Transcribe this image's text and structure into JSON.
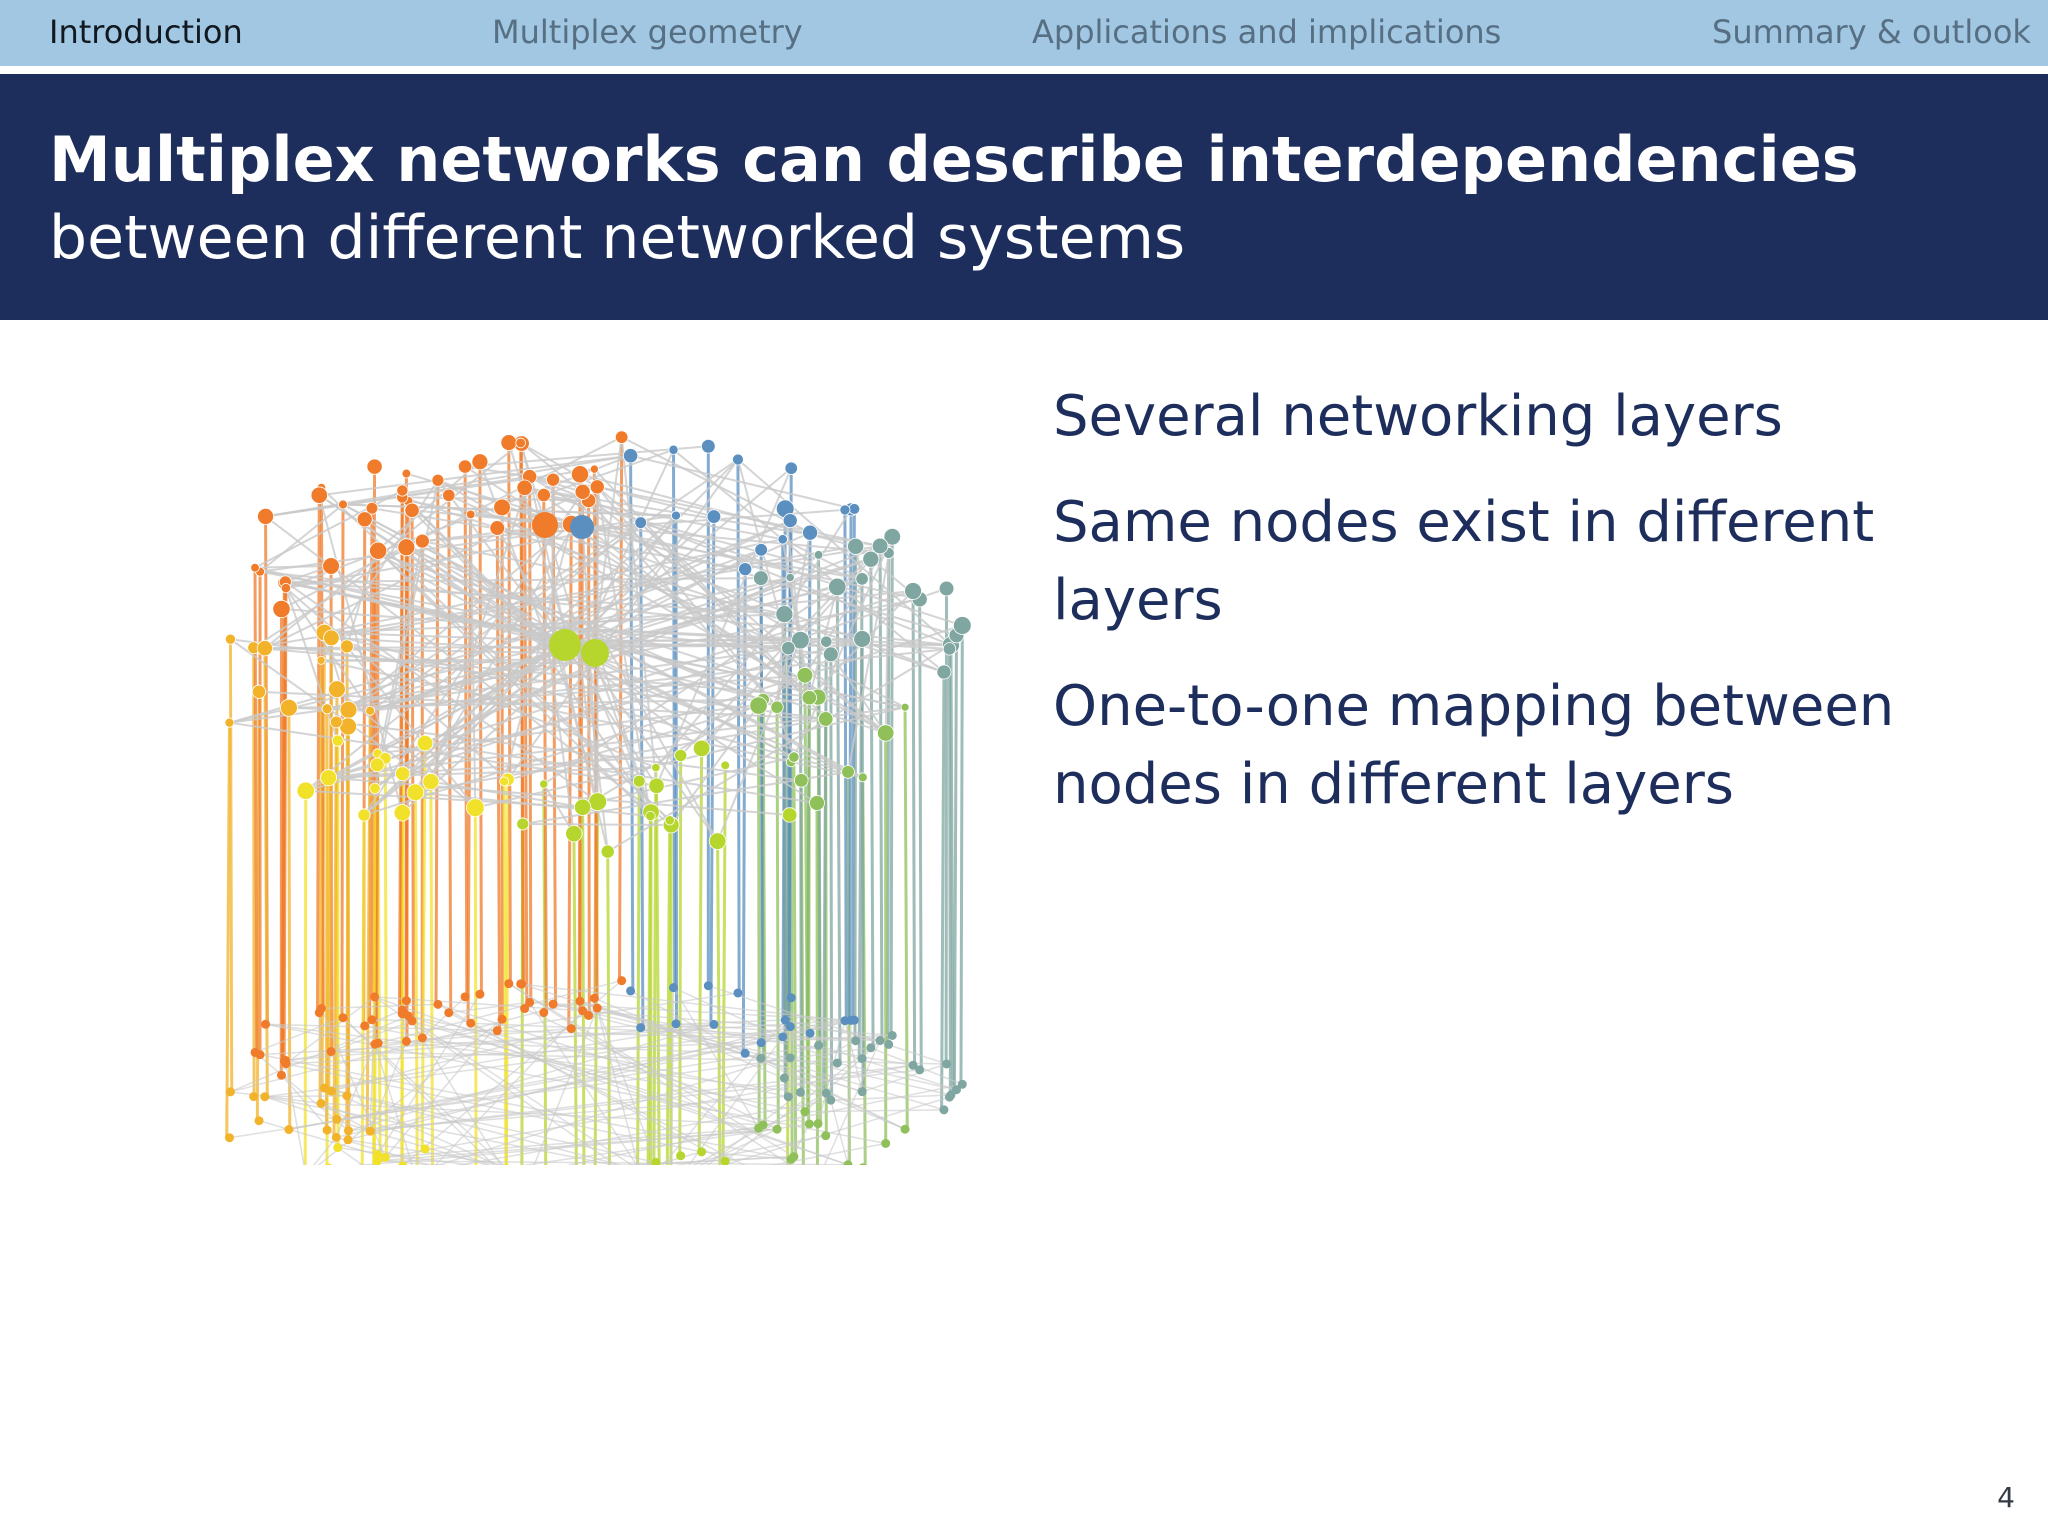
{
  "nav": {
    "items": [
      {
        "label": "Introduction",
        "active": true
      },
      {
        "label": "Multiplex geometry",
        "active": false
      },
      {
        "label": "Applications and implications",
        "active": false
      },
      {
        "label": "Summary & outlook",
        "active": false
      }
    ]
  },
  "slide": {
    "title": "Multiplex networks can describe interdependencies",
    "subtitle": "between different networked systems",
    "bullets": [
      "Several networking layers",
      "Same nodes exist in different layers",
      "One-to-one mapping between nodes in different layers"
    ],
    "page_number": "4"
  },
  "figure": {
    "description_icon": "multiplex-network-visualization",
    "colors": {
      "orange": "#f07b2a",
      "yellow_orange": "#f2b22a",
      "yellow": "#f2e12a",
      "lime": "#b6d62e",
      "green": "#8fc05a",
      "teal": "#7fa6a0",
      "blue": "#5a8fc0",
      "edge": "#c9c9c9"
    }
  },
  "theme": {
    "nav_bg": "#a2c7e3",
    "title_bg": "#1e2e5c",
    "text_dark": "#1e2e5c"
  }
}
